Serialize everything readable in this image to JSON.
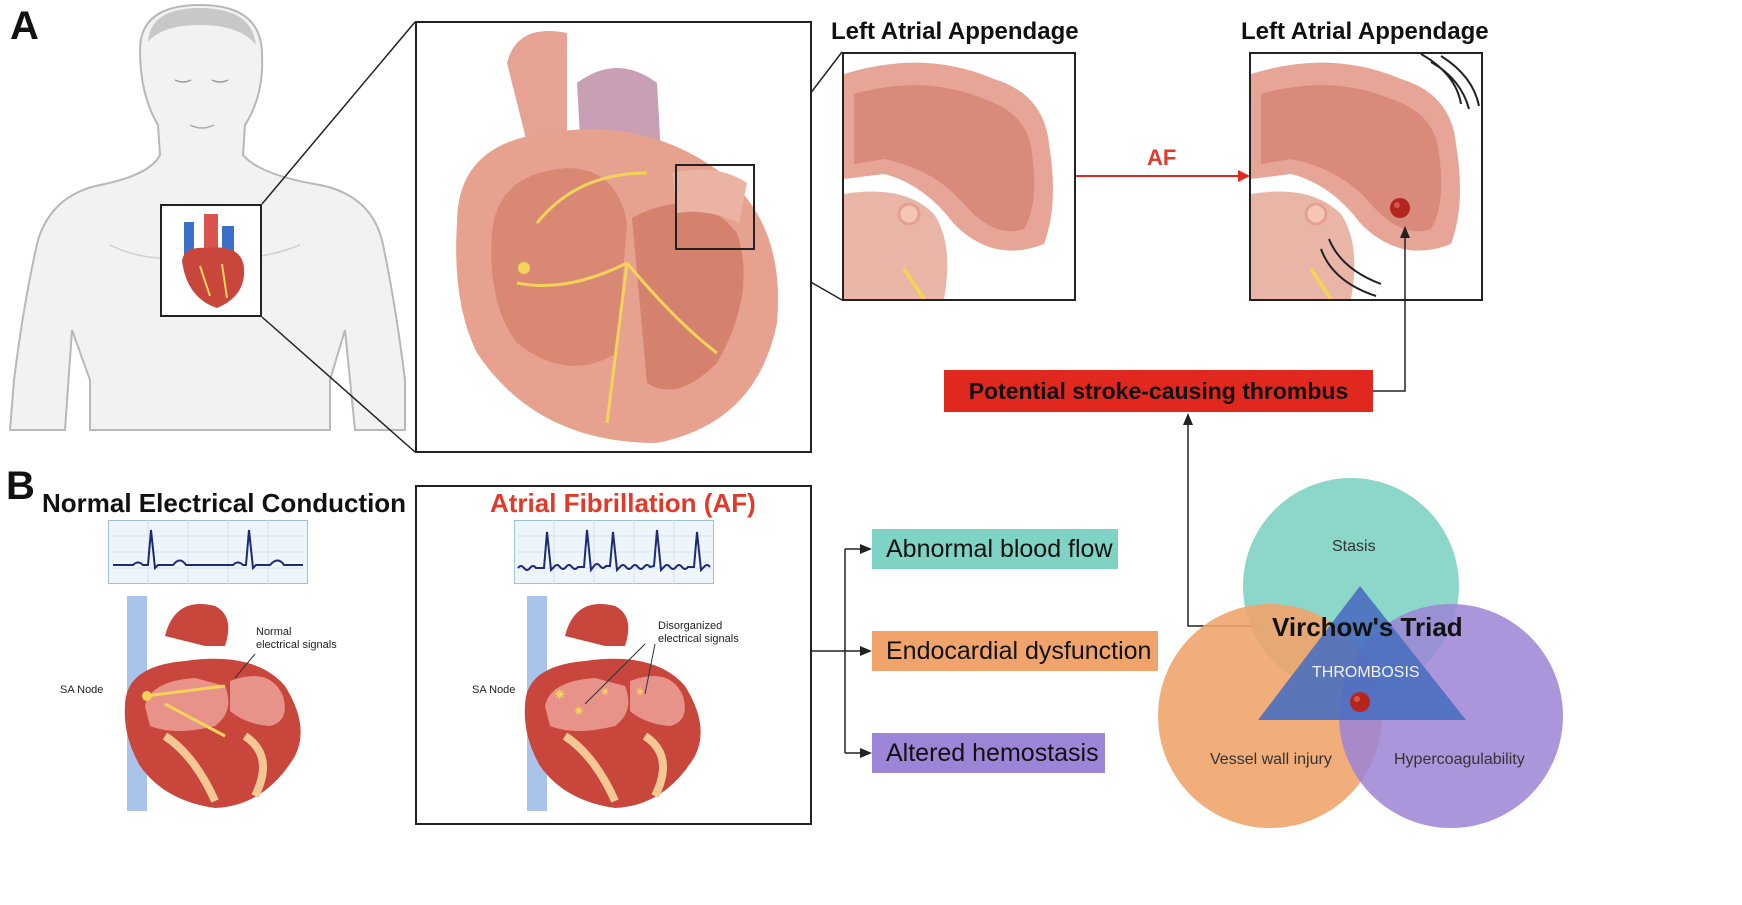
{
  "panel_a": {
    "letter": "A",
    "laa_titles": [
      "Left Atrial Appendage",
      "Left Atrial Appendage"
    ],
    "af_arrow_label": "AF",
    "thrombus_box": "Potential stroke-causing thrombus"
  },
  "panel_b": {
    "letter": "B",
    "normal_title": "Normal Electrical Conduction",
    "af_title": "Atrial Fibrillation (AF)",
    "normal_labels": {
      "sa_node": "SA Node",
      "signals": "Normal\nelectrical signals"
    },
    "af_labels": {
      "sa_node": "SA Node",
      "signals": "Disorganized\nelectrical signals"
    },
    "factors": [
      "Abnormal blood flow",
      "Endocardial dysfunction",
      "Altered hemostasis"
    ],
    "virchow": {
      "title": "Virchow's Triad",
      "center": "THROMBOSIS",
      "stasis": "Stasis",
      "vessel": "Vessel wall injury",
      "hyper": "Hypercoagulability"
    }
  },
  "colors": {
    "red_accent": "#e0281f",
    "af_title": "#e03a2b",
    "teal": "#7fd3c4",
    "orange": "#f0a46c",
    "purple": "#9c84d6",
    "triangle": "#4a6fc0",
    "heart_tissue": "#e7a28f",
    "conduction_yellow": "#f3d35a"
  }
}
